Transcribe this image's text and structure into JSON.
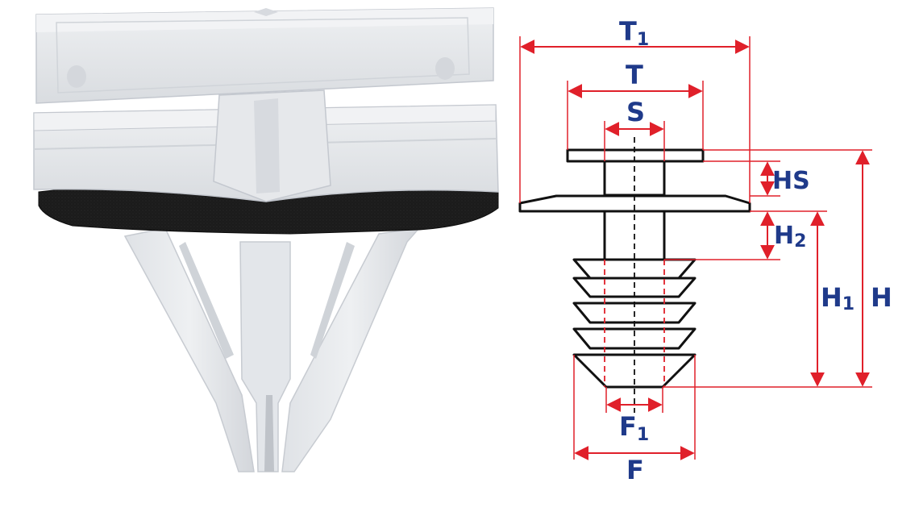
{
  "labels": {
    "T1": "T",
    "T1_sub": "1",
    "T": "T",
    "S": "S",
    "HS": "HS",
    "H2": "H",
    "H2_sub": "2",
    "H1": "H",
    "H1_sub": "1",
    "H": "H",
    "F1": "F",
    "F1_sub": "1",
    "F": "F"
  },
  "colors": {
    "dimension_line": "#e0202a",
    "label": "#1f3a8a",
    "outline": "#111111",
    "plastic_light": "#e9ebee",
    "plastic_mid": "#d7dadf",
    "plastic_shadow": "#c4c8cf",
    "foam_seal": "#1b1b1b"
  },
  "icons": {
    "photo": "clip-product-photo",
    "drawing": "clip-technical-drawing"
  }
}
